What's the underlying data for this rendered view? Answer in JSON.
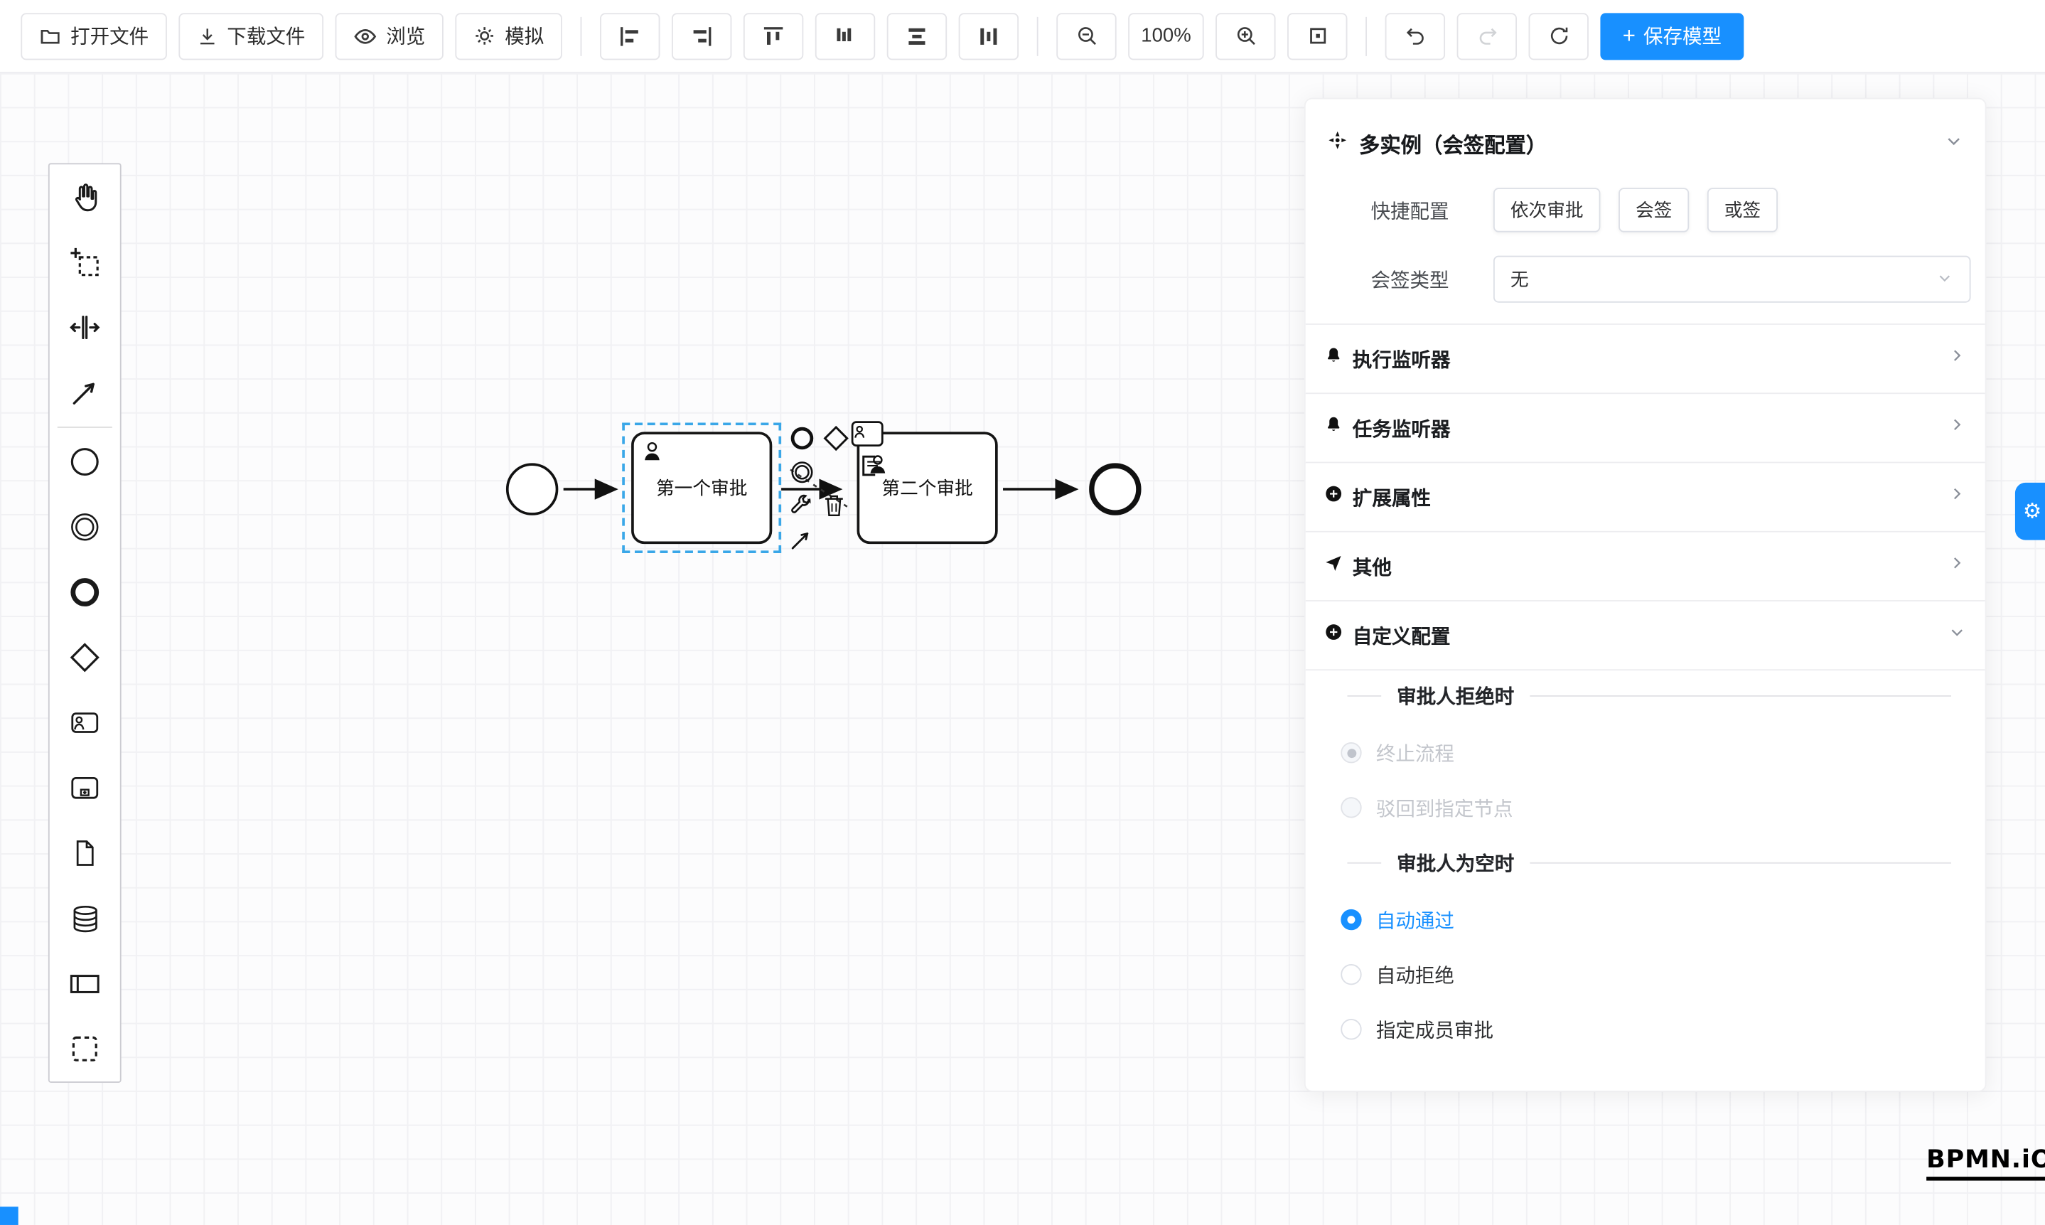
{
  "colors": {
    "accent": "#1890ff",
    "selection": "#3aa7e8",
    "shape_stroke": "#111111",
    "disabled_text": "#c3c6cc",
    "divider": "#ededf0"
  },
  "icons": {
    "plus": "+",
    "gear": "⚙"
  },
  "toolbar": {
    "open_file": "打开文件",
    "download_file": "下载文件",
    "preview": "浏览",
    "simulate": "模拟",
    "zoom_level": "100%",
    "save_model": "保存模型"
  },
  "canvas": {
    "task1_label": "第一个审批",
    "task2_label": "第二个审批"
  },
  "panel": {
    "title": "多实例（会签配置）",
    "quick_config_label": "快捷配置",
    "quick_options": [
      {
        "label": "依次审批"
      },
      {
        "label": "会签"
      },
      {
        "label": "或签"
      }
    ],
    "sign_type_label": "会签类型",
    "sign_type_value": "无",
    "rows": [
      {
        "label": "执行监听器"
      },
      {
        "label": "任务监听器"
      },
      {
        "label": "扩展属性"
      },
      {
        "label": "其他"
      },
      {
        "label": "自定义配置"
      }
    ],
    "reject_section": {
      "title": "审批人拒绝时",
      "options": [
        {
          "label": "终止流程"
        },
        {
          "label": "驳回到指定节点"
        }
      ]
    },
    "empty_section": {
      "title": "审批人为空时",
      "options": [
        {
          "label": "自动通过"
        },
        {
          "label": "自动拒绝"
        },
        {
          "label": "指定成员审批"
        }
      ]
    }
  },
  "footer": {
    "logo": "BPMN.iO"
  }
}
